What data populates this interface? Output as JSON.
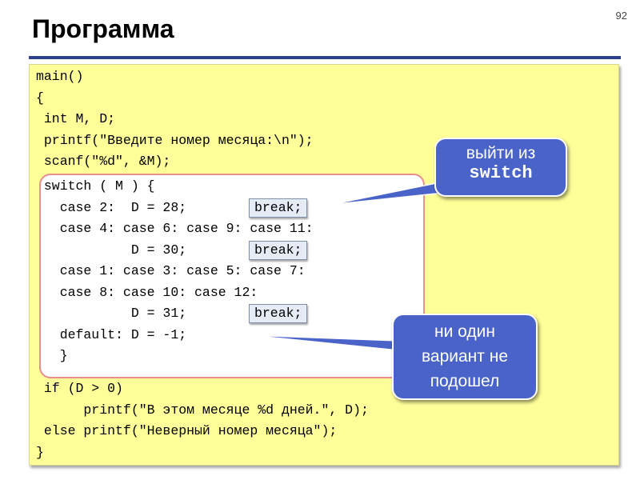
{
  "slide": {
    "number": "92",
    "title": "Программа"
  },
  "code": {
    "main_lines": [
      "main()",
      "{",
      " int M, D;",
      " printf(\"Введите номер месяца:\\n\");",
      " scanf(\"%d\", &M);"
    ],
    "switch_lines": [
      " switch ( M ) {",
      "   case 2:  D = 28;",
      "   case 4: case 6: case 9: case 11:",
      "            D = 30;",
      "   case 1: case 3: case 5: case 7:",
      "   case 8: case 10: case 12:",
      "            D = 31;",
      "   default: D = -1;",
      "   }"
    ],
    "tail_lines": [
      " if (D > 0)",
      "      printf(\"В этом месяце %d дней.\", D);",
      " else printf(\"Неверный номер месяца\");",
      "}"
    ],
    "break_label": "break;"
  },
  "callouts": {
    "exit_switch": {
      "line1": "выйти из",
      "line2": "switch"
    },
    "no_match": {
      "line1": "ни один",
      "line2": "вариант не",
      "line3": "подошел"
    }
  },
  "colors": {
    "panel": "#ffff99",
    "switch_border": "#e98e8e",
    "callout": "#4a63c9",
    "title_rule": "#2f3f8f"
  }
}
